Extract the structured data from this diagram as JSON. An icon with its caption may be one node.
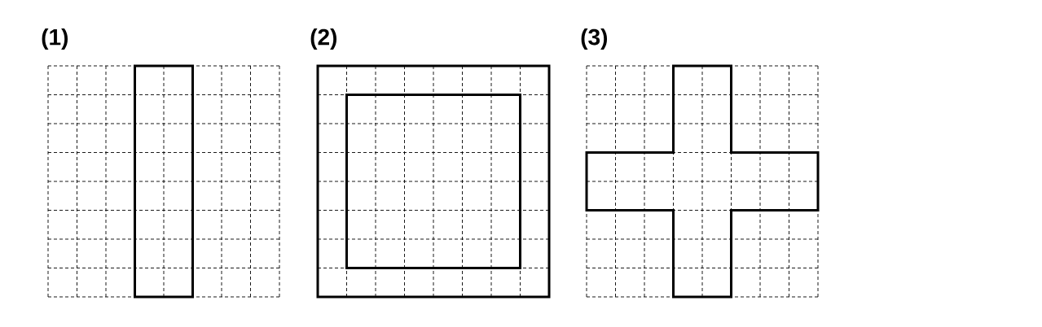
{
  "diagram": {
    "labels": [
      "(1)",
      "(2)",
      "(3)"
    ]
  }
}
